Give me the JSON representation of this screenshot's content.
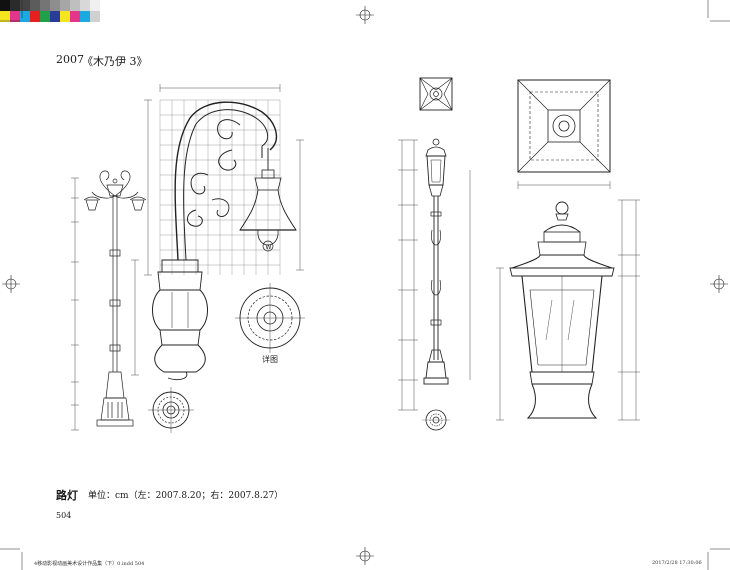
{
  "header": {
    "year": "2007",
    "series": "《木乃伊 3》"
  },
  "caption": {
    "title": "路灯",
    "meta": "单位：cm（左：2007.8.20；右：2007.8.27）"
  },
  "page_number": "504",
  "footer": {
    "left": "4移动影视动画美术设计作品集（下）0.indd 504",
    "right": "2017/2/28 17:30:06"
  },
  "detail_label": "详图",
  "colors": {
    "registration_bar": [
      "#111111",
      "#2b2b2b",
      "#444444",
      "#5c5c5c",
      "#757575",
      "#8e8e8e",
      "#a6a6a6",
      "#bfbfbf",
      "#d8d8d8",
      "#f0f0f0"
    ],
    "process_bar": [
      "#f4e51f",
      "#e3358a",
      "#1aa9e0",
      "#e62020",
      "#21a04a",
      "#2a3b9a",
      "#f4e51f",
      "#e3358a",
      "#1aa9e0",
      "#d0d0d0"
    ]
  }
}
